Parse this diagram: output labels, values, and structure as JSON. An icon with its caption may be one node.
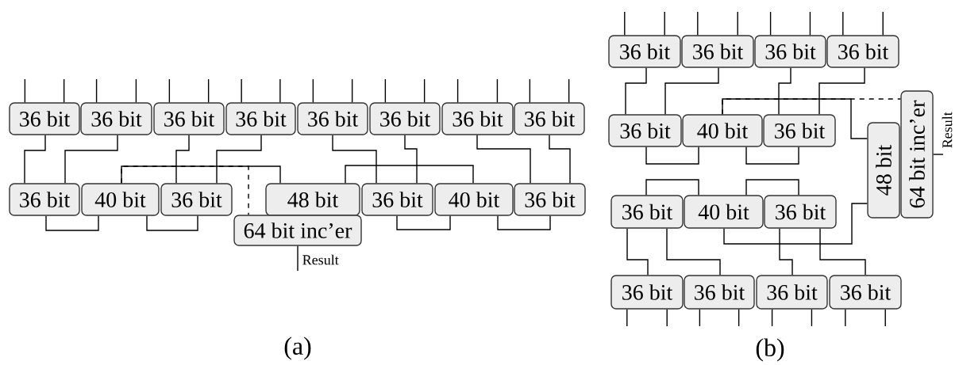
{
  "diagram": {
    "nodes": [
      {
        "text": [
          "36 bit"
        ]
      },
      {
        "text": [
          "36 bit"
        ]
      },
      {
        "text": [
          "36 bit"
        ]
      },
      {
        "text": [
          "36 bit"
        ]
      },
      {
        "text": [
          "36 bit"
        ]
      },
      {
        "text": [
          "36 bit"
        ]
      },
      {
        "text": [
          "36 bit"
        ]
      },
      {
        "text": [
          "36 bit"
        ]
      },
      {
        "text": [
          "36 bit"
        ]
      },
      {
        "text": [
          "40 bit"
        ]
      },
      {
        "text": [
          "36 bit"
        ]
      },
      {
        "text": [
          "48 bit"
        ]
      },
      {
        "text": [
          "36 bit"
        ]
      },
      {
        "text": [
          "40 bit"
        ]
      },
      {
        "text": [
          "36 bit"
        ]
      },
      {
        "text": [
          "64 bit inc’er"
        ]
      },
      {
        "text": [
          "36 bit"
        ]
      },
      {
        "text": [
          "36 bit"
        ]
      },
      {
        "text": [
          "36 bit"
        ]
      },
      {
        "text": [
          "36 bit"
        ]
      },
      {
        "text": [
          "36 bit"
        ]
      },
      {
        "text": [
          "40 bit"
        ]
      },
      {
        "text": [
          "36 bit"
        ]
      },
      {
        "text": [
          "48 bit"
        ]
      },
      {
        "text": [
          "64 bit inc’er"
        ]
      },
      {
        "text": [
          "36 bit"
        ]
      },
      {
        "text": [
          "40 bit"
        ]
      },
      {
        "text": [
          "36 bit"
        ]
      },
      {
        "text": [
          "36 bit"
        ]
      },
      {
        "text": [
          "36 bit"
        ]
      },
      {
        "text": [
          "36 bit"
        ]
      },
      {
        "text": [
          "36 bit"
        ]
      }
    ],
    "edges": [
      {
        "from": 0,
        "to": 8,
        "arrow": "none"
      },
      {
        "from": 1,
        "to": 8,
        "arrow": "none"
      },
      {
        "from": 2,
        "to": 10,
        "arrow": "none"
      },
      {
        "from": 3,
        "to": 10,
        "arrow": "none"
      },
      {
        "from": 9,
        "to": 11,
        "arrow": "none"
      },
      {
        "from": 9,
        "to": 15,
        "arrow": "none",
        "style": "dashed"
      },
      {
        "from": 4,
        "to": 12,
        "arrow": "none"
      },
      {
        "from": 5,
        "to": 12,
        "arrow": "none"
      },
      {
        "from": 11,
        "to": 13,
        "arrow": "none"
      },
      {
        "from": 6,
        "to": 14,
        "arrow": "none"
      },
      {
        "from": 7,
        "to": 14,
        "arrow": "none"
      },
      {
        "from": 8,
        "to": 9,
        "arrow": "none"
      },
      {
        "from": 9,
        "to": 10,
        "arrow": "none"
      },
      {
        "from": 12,
        "to": 13,
        "arrow": "none"
      },
      {
        "from": 13,
        "to": 14,
        "arrow": "none"
      },
      {
        "from": 15,
        "to": null,
        "arrow": "none",
        "label": "Result"
      },
      {
        "from": 16,
        "to": 20,
        "arrow": "none"
      },
      {
        "from": 17,
        "to": 20,
        "arrow": "none"
      },
      {
        "from": 18,
        "to": 22,
        "arrow": "none"
      },
      {
        "from": 19,
        "to": 22,
        "arrow": "none"
      },
      {
        "from": 21,
        "to": 23,
        "arrow": "none"
      },
      {
        "from": 21,
        "to": 24,
        "arrow": "none",
        "style": "dashed"
      },
      {
        "from": 20,
        "to": 21,
        "arrow": "none"
      },
      {
        "from": 21,
        "to": 22,
        "arrow": "none"
      },
      {
        "from": 25,
        "to": 26,
        "arrow": "none"
      },
      {
        "from": 26,
        "to": 27,
        "arrow": "none"
      },
      {
        "from": 25,
        "to": 28,
        "arrow": "none"
      },
      {
        "from": 25,
        "to": 29,
        "arrow": "none"
      },
      {
        "from": 27,
        "to": 30,
        "arrow": "none"
      },
      {
        "from": 27,
        "to": 31,
        "arrow": "none"
      },
      {
        "from": 26,
        "to": 23,
        "arrow": "none"
      },
      {
        "from": 24,
        "to": null,
        "arrow": "none",
        "label": "Result"
      },
      {
        "from": null,
        "to": 0,
        "arrow": "none"
      },
      {
        "from": null,
        "to": 0,
        "arrow": "none"
      },
      {
        "from": null,
        "to": 1,
        "arrow": "none"
      },
      {
        "from": null,
        "to": 1,
        "arrow": "none"
      },
      {
        "from": null,
        "to": 2,
        "arrow": "none"
      },
      {
        "from": null,
        "to": 2,
        "arrow": "none"
      },
      {
        "from": null,
        "to": 3,
        "arrow": "none"
      },
      {
        "from": null,
        "to": 3,
        "arrow": "none"
      },
      {
        "from": null,
        "to": 4,
        "arrow": "none"
      },
      {
        "from": null,
        "to": 4,
        "arrow": "none"
      },
      {
        "from": null,
        "to": 5,
        "arrow": "none"
      },
      {
        "from": null,
        "to": 5,
        "arrow": "none"
      },
      {
        "from": null,
        "to": 6,
        "arrow": "none"
      },
      {
        "from": null,
        "to": 6,
        "arrow": "none"
      },
      {
        "from": null,
        "to": 7,
        "arrow": "none"
      },
      {
        "from": null,
        "to": 7,
        "arrow": "none"
      },
      {
        "from": null,
        "to": 16,
        "arrow": "none"
      },
      {
        "from": null,
        "to": 16,
        "arrow": "none"
      },
      {
        "from": null,
        "to": 17,
        "arrow": "none"
      },
      {
        "from": null,
        "to": 17,
        "arrow": "none"
      },
      {
        "from": null,
        "to": 18,
        "arrow": "none"
      },
      {
        "from": null,
        "to": 18,
        "arrow": "none"
      },
      {
        "from": null,
        "to": 19,
        "arrow": "none"
      },
      {
        "from": null,
        "to": 19,
        "arrow": "none"
      },
      {
        "from": null,
        "to": 28,
        "arrow": "none"
      },
      {
        "from": null,
        "to": 28,
        "arrow": "none"
      },
      {
        "from": null,
        "to": 29,
        "arrow": "none"
      },
      {
        "from": null,
        "to": 29,
        "arrow": "none"
      },
      {
        "from": null,
        "to": 30,
        "arrow": "none"
      },
      {
        "from": null,
        "to": 30,
        "arrow": "none"
      },
      {
        "from": null,
        "to": 31,
        "arrow": "none"
      },
      {
        "from": null,
        "to": 31,
        "arrow": "none"
      }
    ],
    "labels": [
      "(a)",
      "(b)"
    ]
  }
}
